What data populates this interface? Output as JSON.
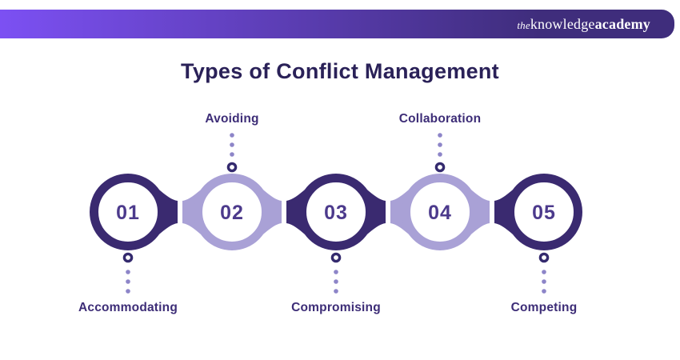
{
  "header": {
    "logo": {
      "the": "the",
      "knowledge": "knowledge",
      "academy": "academy"
    }
  },
  "title": "Types of Conflict Management",
  "diagram": {
    "items": [
      {
        "number": "01",
        "label": "Accommodating",
        "variant": "dark",
        "label_position": "bottom"
      },
      {
        "number": "02",
        "label": "Avoiding",
        "variant": "light",
        "label_position": "top"
      },
      {
        "number": "03",
        "label": "Compromising",
        "variant": "dark",
        "label_position": "bottom"
      },
      {
        "number": "04",
        "label": "Collaboration",
        "variant": "light",
        "label_position": "top"
      },
      {
        "number": "05",
        "label": "Competing",
        "variant": "dark",
        "label_position": "bottom"
      }
    ]
  },
  "colors": {
    "background": "#ffffff",
    "banner_gradient_start": "#7c50f3",
    "banner_gradient_end": "#3f2d7c",
    "logo_text": "#ffffff",
    "title_text": "#2a2158",
    "ring_dark": "#3a2a70",
    "ring_light": "#a9a1d6",
    "number_text": "#4c3a8c",
    "label_text": "#3d2d77",
    "connector_ring": "#342a6e",
    "connector_dot": "#8d85c8"
  }
}
